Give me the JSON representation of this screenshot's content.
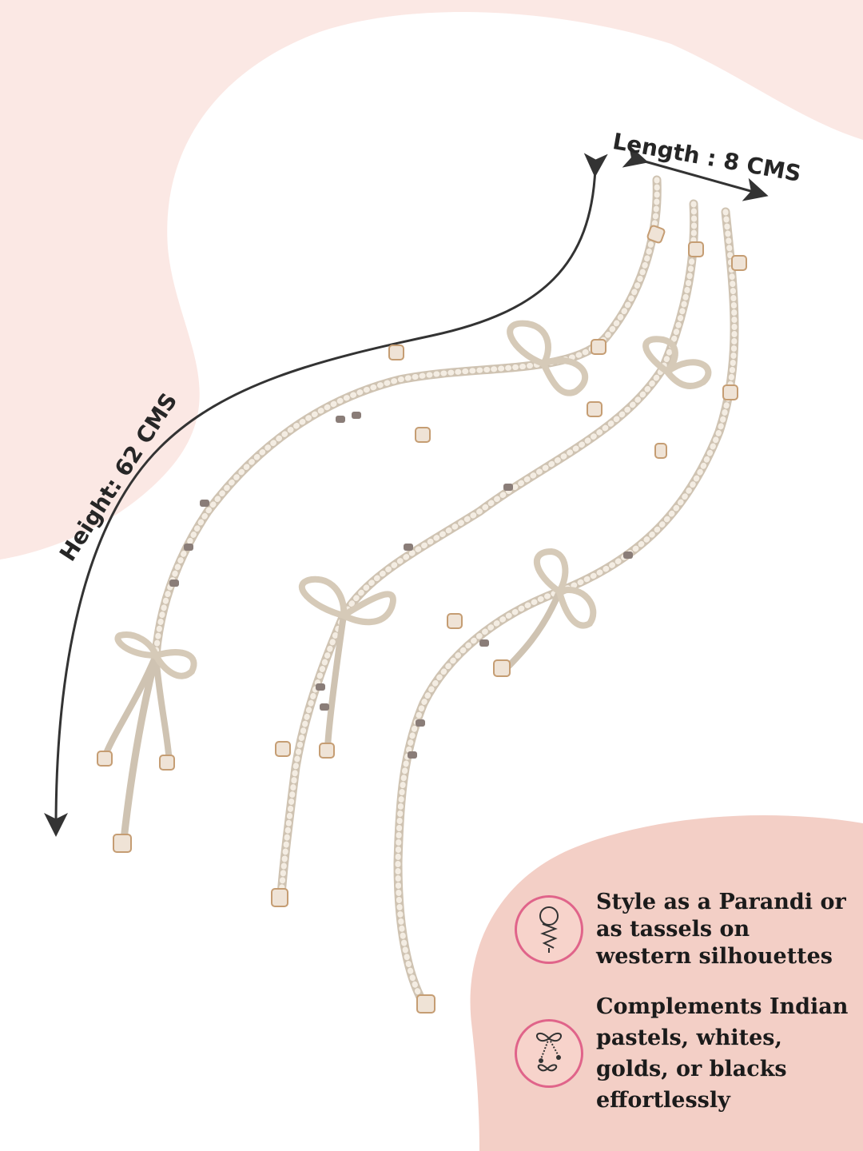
{
  "dimensions": {
    "length_label": "Length : 8 CMS",
    "height_label": "Height: 62 CMS"
  },
  "features": [
    {
      "icon": "braid-icon",
      "lines": [
        "Style as a Parandi or",
        "as tassels on",
        "western silhouettes"
      ]
    },
    {
      "icon": "bow-tassel-icon",
      "lines": [
        "Complements Indian",
        "pastels, whites,",
        "golds, or blacks",
        "effortlessly"
      ]
    }
  ],
  "colors": {
    "blush_background": "#fbe8e4",
    "panel_pink": "#f3cfc6",
    "icon_ring": "#e0648a",
    "pearl": "#f3ece2",
    "suede_bead": "#8a7d78"
  }
}
